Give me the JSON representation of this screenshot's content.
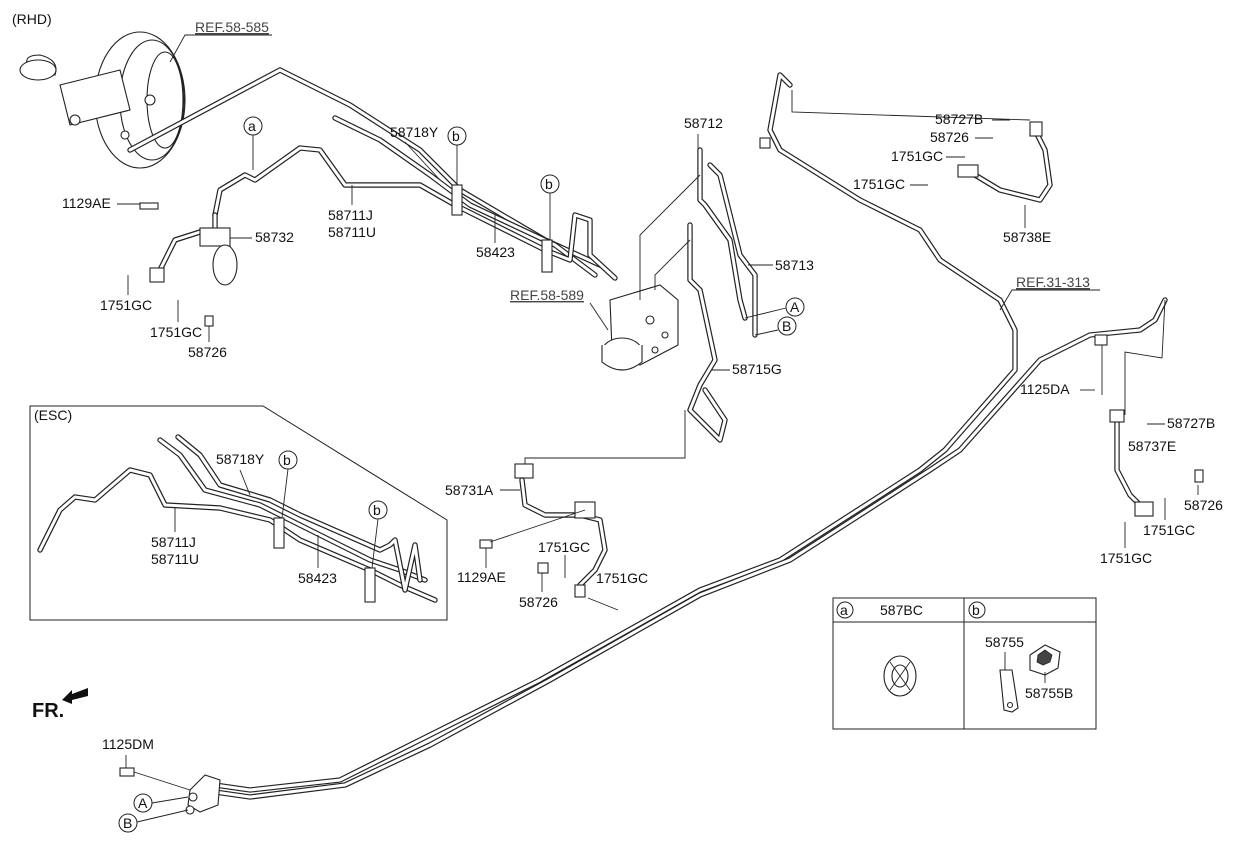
{
  "labels": {
    "rhd": "(RHD)",
    "esc": "(ESC)",
    "ref_58_585": "REF.58-585",
    "ref_58_589": "REF.58-589",
    "ref_31_313": "REF.31-313",
    "p58718Y": "58718Y",
    "p1129AE_left": "1129AE",
    "p58732": "58732",
    "p58711J": "58711J",
    "p58711U": "58711U",
    "p58423": "58423",
    "p1751GC_l1": "1751GC",
    "p1751GC_l2": "1751GC",
    "p58726_left": "58726",
    "p58712": "58712",
    "p58713": "58713",
    "p58715G": "58715G",
    "p58727B_top": "58727B",
    "p58726_top": "58726",
    "p1751GC_t1": "1751GC",
    "p1751GC_t2": "1751GC",
    "p58738E": "58738E",
    "p1125DA": "1125DA",
    "p58727B_right": "58727B",
    "p58737E": "58737E",
    "p58726_right": "58726",
    "p1751GC_r1": "1751GC",
    "p1751GC_r2": "1751GC",
    "p58718Y_esc": "58718Y",
    "p58711J_esc": "58711J",
    "p58711U_esc": "58711U",
    "p58423_esc": "58423",
    "p58731A": "58731A",
    "p1129AE_mid": "1129AE",
    "p1751GC_m1": "1751GC",
    "p1751GC_m2": "1751GC",
    "p58726_mid": "58726",
    "p1125DM": "1125DM",
    "fr": "FR."
  },
  "callouts": {
    "a": "a",
    "b": "b",
    "A": "A",
    "B": "B"
  },
  "legend": {
    "a_key": "a",
    "a_part": "587BC",
    "b_key": "b",
    "b_part1": "58755",
    "b_part2": "58755B"
  }
}
